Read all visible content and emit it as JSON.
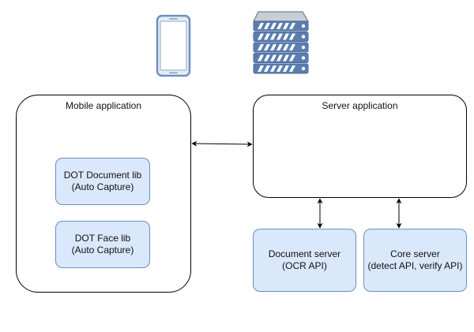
{
  "mobile": {
    "title": "Mobile application",
    "libs": [
      {
        "line1": "DOT Document lib",
        "line2": "(Auto Capture)"
      },
      {
        "line1": "DOT Face lib",
        "line2": "(Auto Capture)"
      }
    ]
  },
  "server": {
    "title": "Server application",
    "backends": [
      {
        "line1": "Document server",
        "line2": "(OCR API)"
      },
      {
        "line1": "Core server",
        "line2": "(detect API, verify API)"
      }
    ]
  },
  "icons": {
    "phone": "smartphone-icon",
    "server": "server-rack-icon"
  },
  "colors": {
    "lib_fill": "#dae8fc",
    "lib_stroke": "#6c8ebf",
    "icon_blue": "#5b7db0",
    "icon_gray": "#8a8a8a"
  }
}
